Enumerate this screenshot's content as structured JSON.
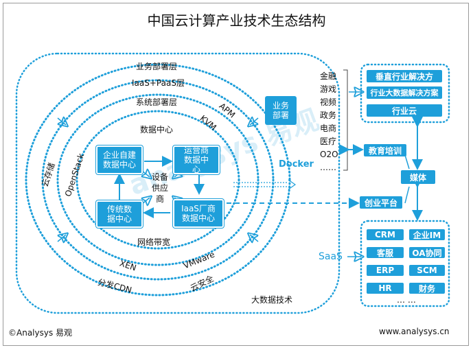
{
  "title": "中国云计算产业技术生态结构",
  "layers": {
    "business": "业务部署层",
    "iaas_paas": "IaaS+PaaS层",
    "system": "系统部署层",
    "datacenter": "数据中心",
    "network": "网络带宽",
    "bigdata": "大数据技术"
  },
  "ring_labels": {
    "apm": "APM",
    "kvm": "KVM",
    "docker": "Docker",
    "openstack": "OpenStack",
    "cloud_storage": "云存储",
    "xen": "XEN",
    "vmware": "VMware",
    "cdn": "分发CDN",
    "cloud_security": "云安全"
  },
  "center_boxes": {
    "enterprise": "企业自建数据中心",
    "operator": "运营商数据中心",
    "traditional": "传统数据中心",
    "iaas_vendor": "IaaS厂商数据中心",
    "equipment": "设备供应商",
    "deploy": "业务部署"
  },
  "industries": [
    "金融",
    "游戏",
    "视频",
    "政务",
    "电商",
    "医疗",
    "O2O",
    "……"
  ],
  "right_top": [
    "垂直行业解决方",
    "行业大数据解决方案",
    "行业云"
  ],
  "right_middle": {
    "education": "教育培训",
    "media": "媒体",
    "startup": "创业平台"
  },
  "saas": {
    "label": "SaaS",
    "items": [
      "CRM",
      "企业IM",
      "客服",
      "OA协同",
      "ERP",
      "SCM",
      "HR",
      "财务"
    ],
    "more": "…  …"
  },
  "footer": {
    "left": "©Analysys 易观",
    "right": "www.analysys.cn"
  },
  "colors": {
    "accent": "#1e9fda",
    "ring": "#1e9fda"
  }
}
